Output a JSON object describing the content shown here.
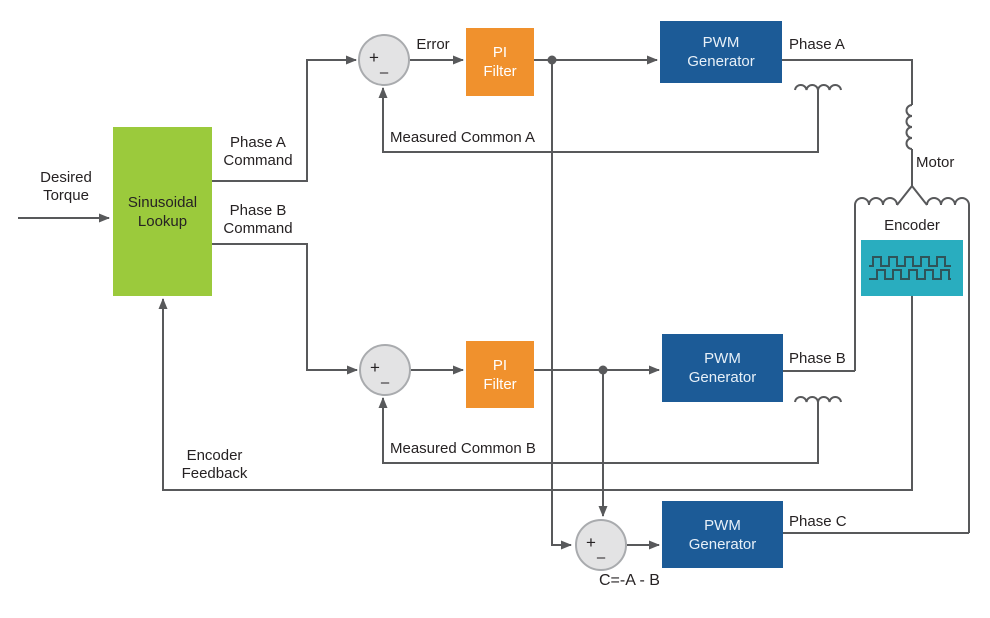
{
  "blocks": {
    "sinusoidal_lookup": {
      "lines": [
        "Sinusoidal",
        "Lookup"
      ]
    },
    "pi_filter": {
      "lines": [
        "PI",
        "Filter"
      ]
    },
    "pwm_generator": {
      "lines": [
        "PWM",
        "Generator"
      ]
    }
  },
  "sum_junction": {
    "plus": "+",
    "minus": "–"
  },
  "labels": {
    "desired_torque": {
      "lines": [
        "Desired",
        "Torque"
      ]
    },
    "phase_a_command": {
      "lines": [
        "Phase A",
        "Command"
      ]
    },
    "phase_b_command": {
      "lines": [
        "Phase B",
        "Command"
      ]
    },
    "error": "Error",
    "measured_common_a": "Measured Common A",
    "measured_common_b": "Measured Common B",
    "phase_a": "Phase A",
    "phase_b": "Phase B",
    "phase_c": "Phase C",
    "motor": "Motor",
    "encoder": "Encoder",
    "encoder_feedback": {
      "lines": [
        "Encoder",
        "Feedback"
      ]
    },
    "c_equation": "C=-A - B"
  },
  "colors": {
    "line": "#58595B",
    "text": "#262223",
    "green": "#9BCA3C",
    "orange": "#F0912D",
    "blue": "#1C5B97",
    "teal": "#29ADBF",
    "sum-fill": "#E3E3E4",
    "sum-stroke": "#A9ABAE",
    "pwm-text": "#E7F0F8",
    "wave": "#2F5459"
  }
}
